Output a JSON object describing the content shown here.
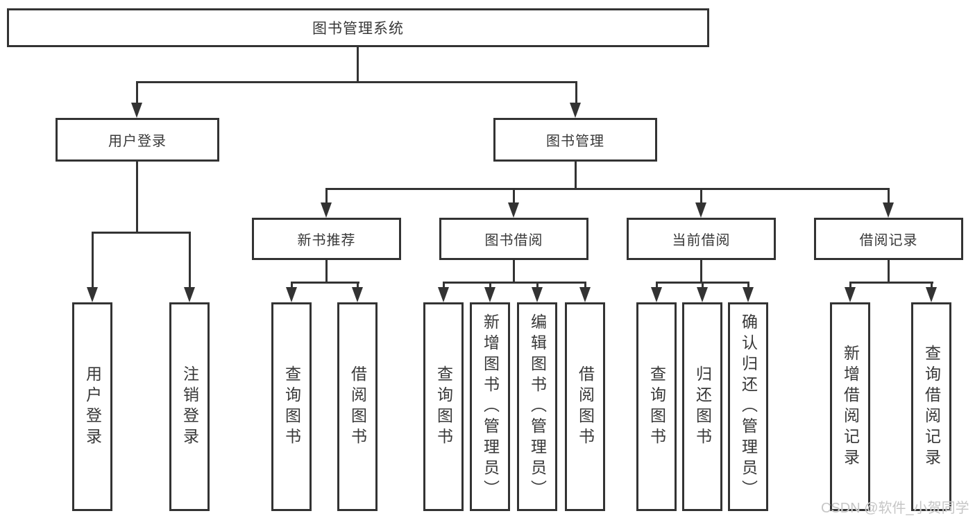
{
  "diagram": {
    "root": "图书管理系统",
    "level2": {
      "user_login": "用户登录",
      "book_mgmt": "图书管理"
    },
    "level3": {
      "new_books": "新书推荐",
      "borrowing": "图书借阅",
      "current": "当前借阅",
      "records": "借阅记录"
    },
    "leaves": {
      "login": "用户登录",
      "logout": "注销登录",
      "nb_query": "查询图书",
      "nb_borrow": "借阅图书",
      "bw_query": "查询图书",
      "bw_add": "新增图书（管理员）",
      "bw_edit": "编辑图书（管理员）",
      "bw_borrow": "借阅图书",
      "cur_query": "查询图书",
      "cur_return": "归还图书",
      "cur_confirm": "确认归还（管理员）",
      "rec_add": "新增借阅记录",
      "rec_query": "查询借阅记录"
    }
  },
  "watermark": "CSDN @软件_小贺同学",
  "colors": {
    "line": "#333333",
    "text": "#383838",
    "background": "#ffffff",
    "watermark": "#c6c6c6"
  }
}
